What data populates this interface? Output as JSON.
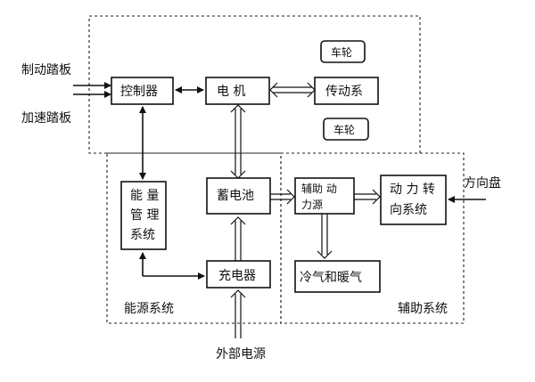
{
  "inputs": {
    "brake_pedal": "制动踏板",
    "accel_pedal": "加速踏板",
    "steering_wheel": "方向盘",
    "external_power": "外部电源"
  },
  "blocks": {
    "controller": "控制器",
    "motor": "电  机",
    "transmission": "传动系",
    "wheel_top": "车轮",
    "wheel_bottom": "车轮",
    "energy_mgmt": [
      "能 量",
      "管 理",
      "系统"
    ],
    "battery": "蓄电池",
    "charger": "充电器",
    "aux_power": [
      "辅助 动",
      "力源"
    ],
    "power_steering": [
      "动 力 转",
      "向系统"
    ],
    "hvac": "冷气和暖气"
  },
  "groups": {
    "energy_system": "能源系统",
    "aux_system": "辅助系统"
  }
}
